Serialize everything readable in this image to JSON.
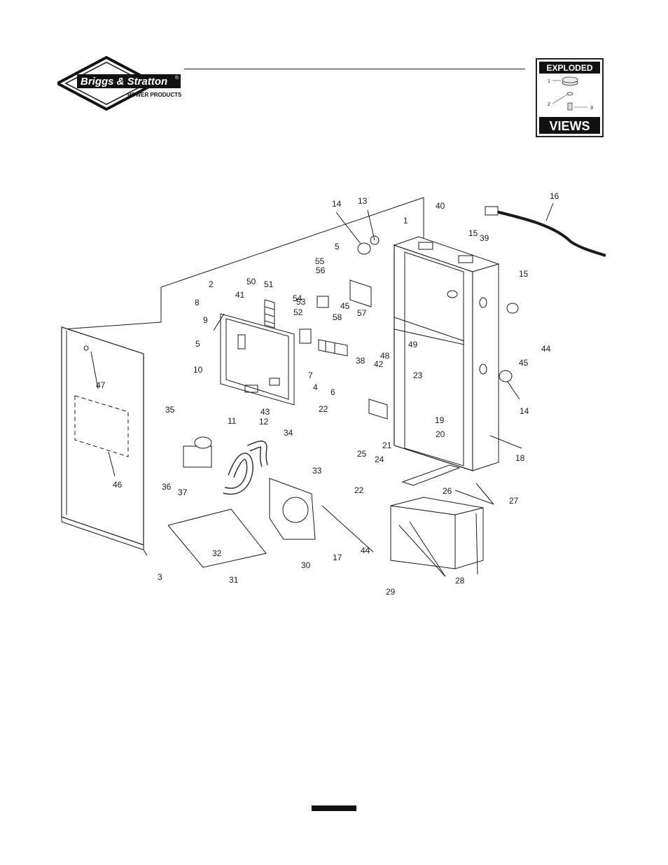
{
  "brand": {
    "name": "Briggs & Stratton",
    "trademark": "®",
    "subtitle": "POWER PRODUCTS"
  },
  "badge": {
    "top_word": "EXPLODED",
    "bottom_word": "VIEWS",
    "callouts": [
      "1",
      "2",
      "3"
    ]
  },
  "diagram": {
    "part_numbers": [
      "1",
      "2",
      "3",
      "4",
      "5",
      "5",
      "6",
      "7",
      "8",
      "9",
      "10",
      "11",
      "12",
      "13",
      "14",
      "14",
      "15",
      "15",
      "16",
      "17",
      "18",
      "19",
      "20",
      "21",
      "22",
      "22",
      "23",
      "24",
      "25",
      "26",
      "27",
      "28",
      "29",
      "30",
      "31",
      "32",
      "33",
      "34",
      "35",
      "36",
      "37",
      "38",
      "39",
      "40",
      "41",
      "42",
      "43",
      "44",
      "44",
      "45",
      "45",
      "46",
      "47",
      "48",
      "49",
      "50",
      "51",
      "52",
      "53",
      "54",
      "55",
      "56",
      "57",
      "58"
    ]
  },
  "colors": {
    "ink": "#1a1a1a",
    "paper": "#ffffff"
  }
}
